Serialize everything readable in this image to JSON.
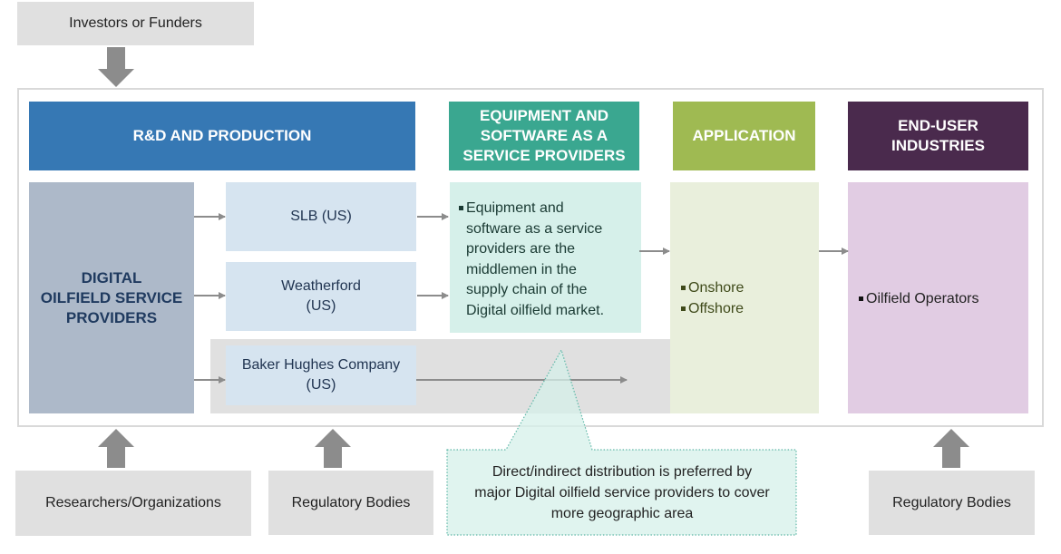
{
  "top_actor": {
    "label": "Investors or Funders"
  },
  "headers": {
    "rd_production": "R&D AND PRODUCTION",
    "equipment_saas": [
      "EQUIPMENT AND",
      "SOFTWARE AS A",
      "SERVICE PROVIDERS"
    ],
    "application": "APPLICATION",
    "end_user": [
      "END-USER",
      "INDUSTRIES"
    ]
  },
  "providers_block": {
    "lines": [
      "DIGITAL",
      "OILFIELD SERVICE",
      "PROVIDERS"
    ]
  },
  "companies": [
    {
      "lines": [
        "SLB (US)"
      ]
    },
    {
      "lines": [
        "Weatherford",
        "(US)"
      ]
    },
    {
      "lines": [
        "Baker Hughes Company",
        "(US)"
      ]
    }
  ],
  "equipment_description": {
    "lines": [
      "Equipment and",
      "software as a service",
      "providers are the",
      "middlemen in the",
      "supply chain of the",
      "Digital oilfield market."
    ]
  },
  "applications": [
    "Onshore",
    "Offshore"
  ],
  "end_users": [
    "Oilfield Operators"
  ],
  "callout": {
    "lines": [
      "Direct/indirect distribution is preferred by",
      "major Digital oilfield service providers to cover",
      "more geographic area"
    ]
  },
  "bottom_actors": [
    {
      "label": "Researchers/Organizations"
    },
    {
      "label": "Regulatory Bodies"
    },
    {
      "label": "Regulatory Bodies"
    }
  ],
  "colors": {
    "rd_header": "#3678b4",
    "equipment_header": "#3aa790",
    "application_header": "#9fba52",
    "end_user_header": "#4a2a4d",
    "arrow_gray": "#8c8c8c"
  }
}
